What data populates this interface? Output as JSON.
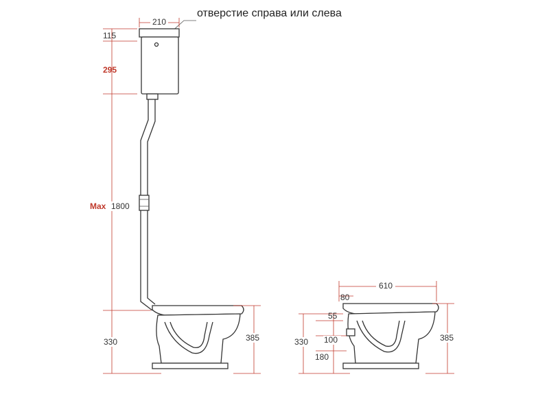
{
  "annotation": "отверстие справа или слева",
  "left_view": {
    "cistern_width": "210",
    "top_offset": "115",
    "cistern_height": "295",
    "max_label": "Max",
    "max_height": "1800",
    "bowl_height_left": "330",
    "bowl_height_right": "385"
  },
  "right_view": {
    "length": "610",
    "dim_80": "80",
    "dim_55": "55",
    "dim_100": "100",
    "dim_180": "180",
    "bowl_height_left": "330",
    "bowl_height_right": "385"
  },
  "colors": {
    "dimension_line": "#c0392b",
    "outline": "#333333",
    "highlight_text": "#c0392b"
  }
}
